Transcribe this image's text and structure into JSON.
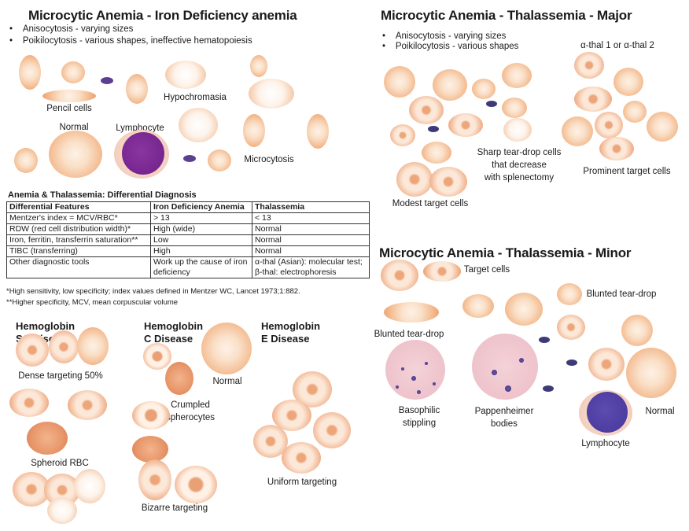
{
  "sections": {
    "ida": {
      "title": "Microcytic Anemia - Iron Deficiency anemia",
      "bullets": [
        "Anisocytosis - varying sizes",
        "Poikilocytosis - various shapes, ineffective hematopoiesis"
      ],
      "labels": {
        "pencil": "Pencil cells",
        "hypochromasia": "Hypochromasia",
        "normal": "Normal",
        "lymphocyte": "Lymphocyte",
        "microcytosis": "Microcytosis"
      }
    },
    "thal_major": {
      "title": "Microcytic Anemia - Thalassemia - Major",
      "bullets": [
        "Anisocytosis - varying sizes",
        "Poikilocytosis - various shapes"
      ],
      "labels": {
        "alpha_thal": "α-thal 1 or α-thal 2",
        "sharp_teardrop": "Sharp tear-drop cells\nthat decrease\nwith splenectomy",
        "prominent_target": "Prominent target cells",
        "modest_target": "Modest target cells"
      }
    },
    "thal_minor": {
      "title": "Microcytic Anemia - Thalassemia - Minor",
      "labels": {
        "target": "Target cells",
        "blunted1": "Blunted tear-drop",
        "blunted2": "Blunted tear-drop",
        "basophilic": "Basophilic\nstippling",
        "pappenheimer": "Pappenheimer\nbodies",
        "normal": "Normal",
        "lymphocyte": "Lymphocyte"
      }
    },
    "hb_sc": {
      "title": "Hemoglobin\nSC Disease",
      "labels": {
        "dense": "Dense targeting 50%",
        "spheroid": "Spheroid RBC"
      }
    },
    "hb_c": {
      "title": "Hemoglobin\nC Disease",
      "labels": {
        "normal": "Normal",
        "crumpled": "Crumpled\nspherocytes",
        "bizarre": "Bizarre targeting"
      }
    },
    "hb_e": {
      "title": "Hemoglobin\nE Disease",
      "labels": {
        "uniform": "Uniform targeting"
      }
    }
  },
  "table": {
    "title": "Anemia & Thalassemia: Differential Diagnosis",
    "headers": [
      "Differential Features",
      "Iron Deficiency Anemia",
      "Thalassemia"
    ],
    "rows": [
      [
        "Mentzer's index = MCV/RBC*",
        "> 13",
        "< 13"
      ],
      [
        "RDW (red cell distribution width)*",
        "High (wide)",
        "Normal"
      ],
      [
        "Iron, ferritin, transferrin saturation**",
        "Low",
        "Normal"
      ],
      [
        "TIBC (transferring)",
        "High",
        "Normal"
      ],
      [
        "Other diagnostic tools",
        "Work up the cause of iron deficiency",
        "α-thal (Asian): molecular test;\nβ-thal: electrophoresis"
      ]
    ],
    "notes": [
      "*High sensitivity, low specificity; index values defined in Mentzer WC, Lancet 1973;1:882.",
      "**Higher specificity, MCV, mean corpuscular volume"
    ]
  }
}
